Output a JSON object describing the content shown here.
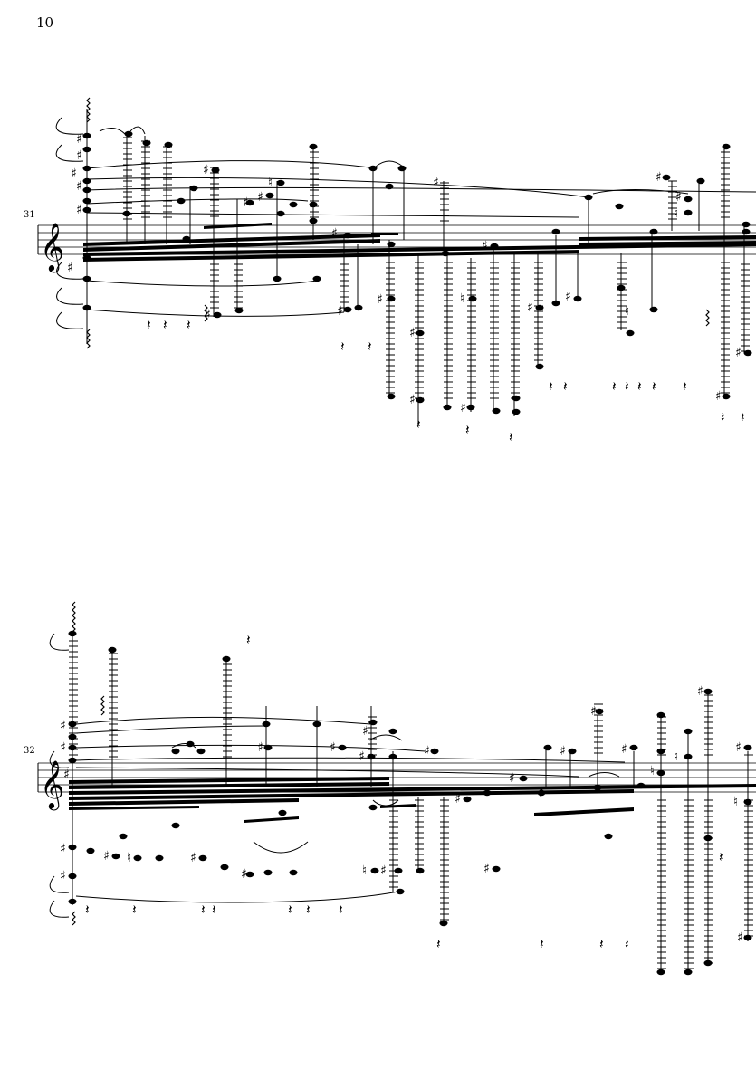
{
  "page": {
    "number": "10"
  },
  "systems": [
    {
      "measure_number": "31",
      "clef": "treble",
      "key_signature": "C major / A minor (no accidentals)"
    },
    {
      "measure_number": "32",
      "clef": "treble",
      "key_signature": "one sharp"
    }
  ],
  "colors": {
    "ink": "#000000",
    "paper": "#ffffff"
  }
}
